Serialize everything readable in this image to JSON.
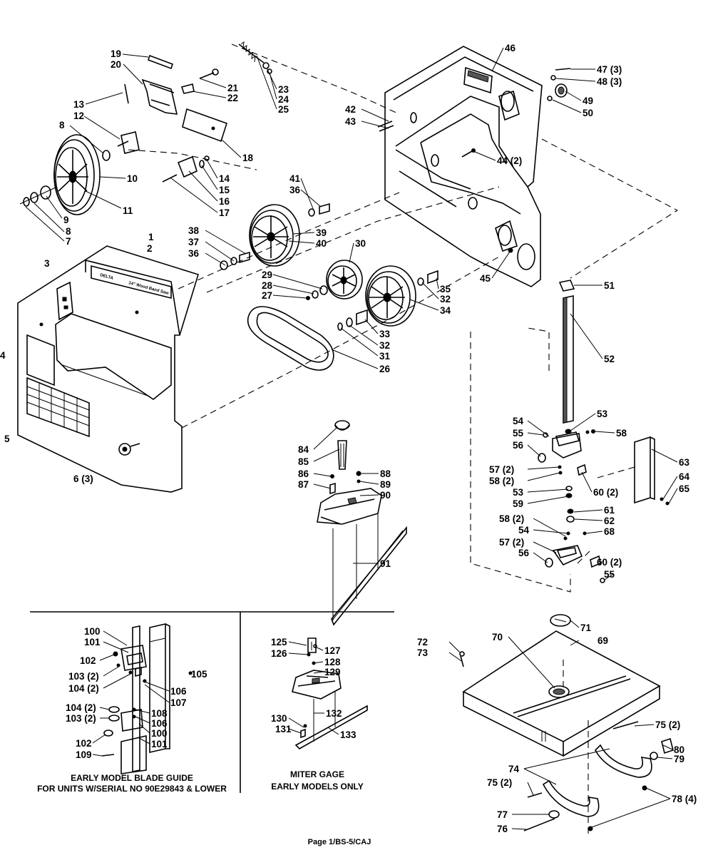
{
  "diagram": {
    "part_labels": [
      "1",
      "2",
      "3",
      "4",
      "5",
      "6 (3)",
      "7",
      "8",
      "8",
      "9",
      "10",
      "11",
      "12",
      "13",
      "14",
      "15",
      "16",
      "17",
      "18",
      "19",
      "20",
      "21",
      "22",
      "23",
      "24",
      "25",
      "26",
      "27",
      "28",
      "29",
      "30",
      "31",
      "32",
      "32",
      "33",
      "34",
      "35",
      "36",
      "36",
      "37",
      "38",
      "39",
      "40",
      "41",
      "42",
      "43",
      "44 (2)",
      "45",
      "46",
      "47 (3)",
      "48 (3)",
      "49",
      "50",
      "51",
      "52",
      "53",
      "53",
      "54",
      "54",
      "55",
      "55",
      "56",
      "56",
      "57 (2)",
      "57 (2)",
      "58",
      "58 (2)",
      "58 (2)",
      "59",
      "60 (2)",
      "60 (2)",
      "61",
      "62",
      "63",
      "64",
      "65",
      "68",
      "69",
      "70",
      "71",
      "72",
      "73",
      "74",
      "75 (2)",
      "75 (2)",
      "76",
      "77",
      "78 (4)",
      "79",
      "80",
      "84",
      "85",
      "86",
      "87",
      "88",
      "89",
      "90",
      "91"
    ],
    "inset_blade_guide_labels": [
      "100",
      "101",
      "102",
      "103 (2)",
      "104 (2)",
      "105",
      "106",
      "107",
      "108",
      "104 (2)",
      "103 (2)",
      "106",
      "100",
      "101",
      "102",
      "109"
    ],
    "inset_miter_gage_labels": [
      "125",
      "126",
      "127",
      "128",
      "129",
      "130",
      "131",
      "132",
      "133"
    ],
    "inset_blade_guide_caption": [
      "EARLY MODEL BLADE GUIDE",
      "FOR UNITS W/SERIAL NO 90E29843 & LOWER"
    ],
    "inset_miter_gage_caption": [
      "MITER GAGE",
      "EARLY MODELS ONLY"
    ],
    "footer": "Page 1/BS-5/CAJ"
  }
}
